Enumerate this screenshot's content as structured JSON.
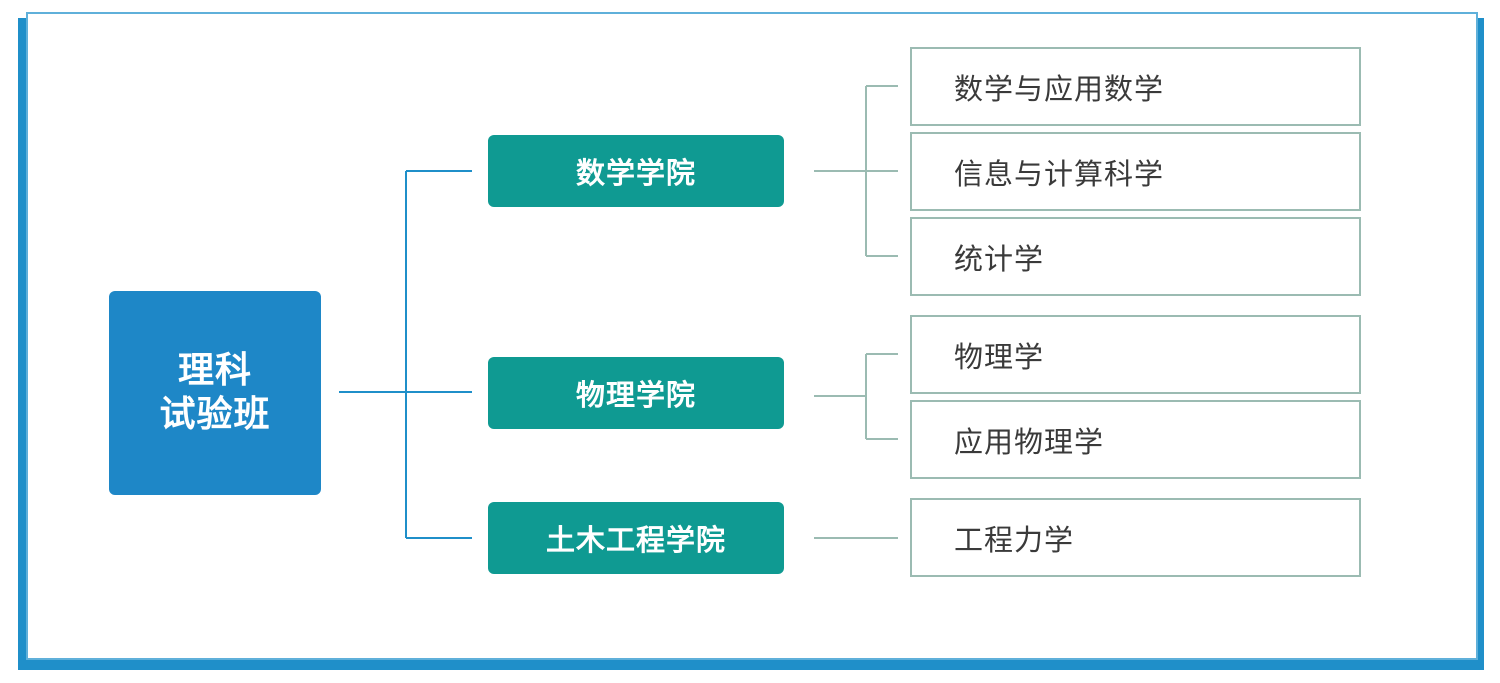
{
  "colors": {
    "frame_accent": "#1f8fc9",
    "root_fill": "#1e87c7",
    "school_fill": "#0f9a92",
    "connector": "#1f8fc9",
    "school_connector": "#9bbbb2",
    "major_border": "#9bbbb2"
  },
  "root": {
    "line1": "理科",
    "line2": "试验班"
  },
  "schools": [
    {
      "label": "数学学院",
      "majors": [
        "数学与应用数学",
        "信息与计算科学",
        "统计学"
      ]
    },
    {
      "label": "物理学院",
      "majors": [
        "物理学",
        "应用物理学"
      ]
    },
    {
      "label": "土木工程学院",
      "majors": [
        "工程力学"
      ]
    }
  ]
}
